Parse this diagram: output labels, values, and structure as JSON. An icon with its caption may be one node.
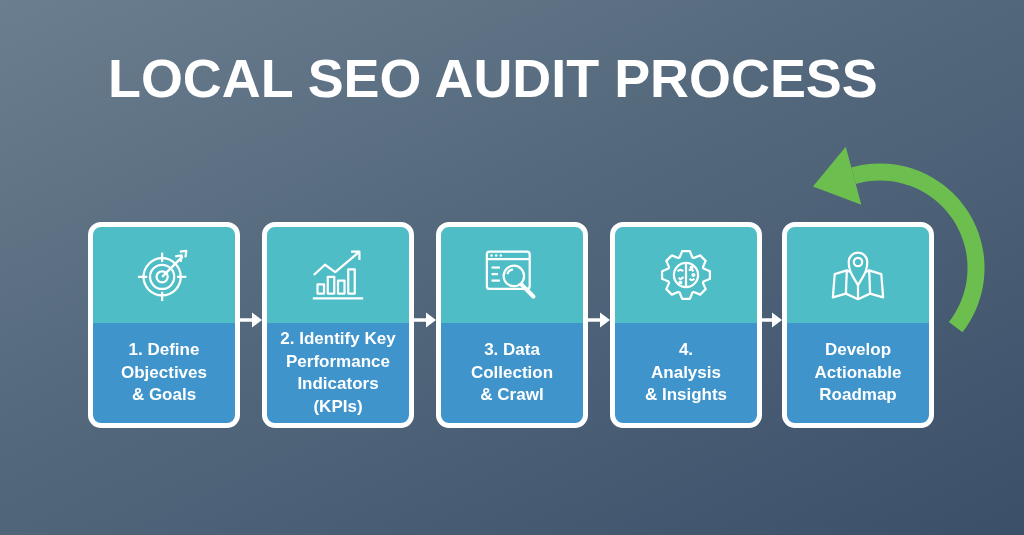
{
  "diagram": {
    "title": "LOCAL SEO AUDIT PROCESS",
    "nodes": [
      {
        "text": [
          "1. Define Objectives & Goals"
        ]
      },
      {
        "text": [
          "2. Identify Key Performance Indicators (KPIs)"
        ]
      },
      {
        "text": [
          "3. Data Collection & Crawl"
        ]
      },
      {
        "text": [
          "4. Analysis & Insights"
        ]
      },
      {
        "text": [
          "Develop Actionable Roadmap"
        ]
      }
    ],
    "edges": [
      {
        "from": 0,
        "to": 1,
        "arrow": "to"
      },
      {
        "from": 1,
        "to": 2,
        "arrow": "to"
      },
      {
        "from": 2,
        "to": 3,
        "arrow": "to"
      },
      {
        "from": 3,
        "to": 4,
        "arrow": "to"
      },
      {
        "from": null,
        "to": 4,
        "arrow": "to",
        "style": "thick",
        "color": "#6cbf4f"
      }
    ]
  }
}
